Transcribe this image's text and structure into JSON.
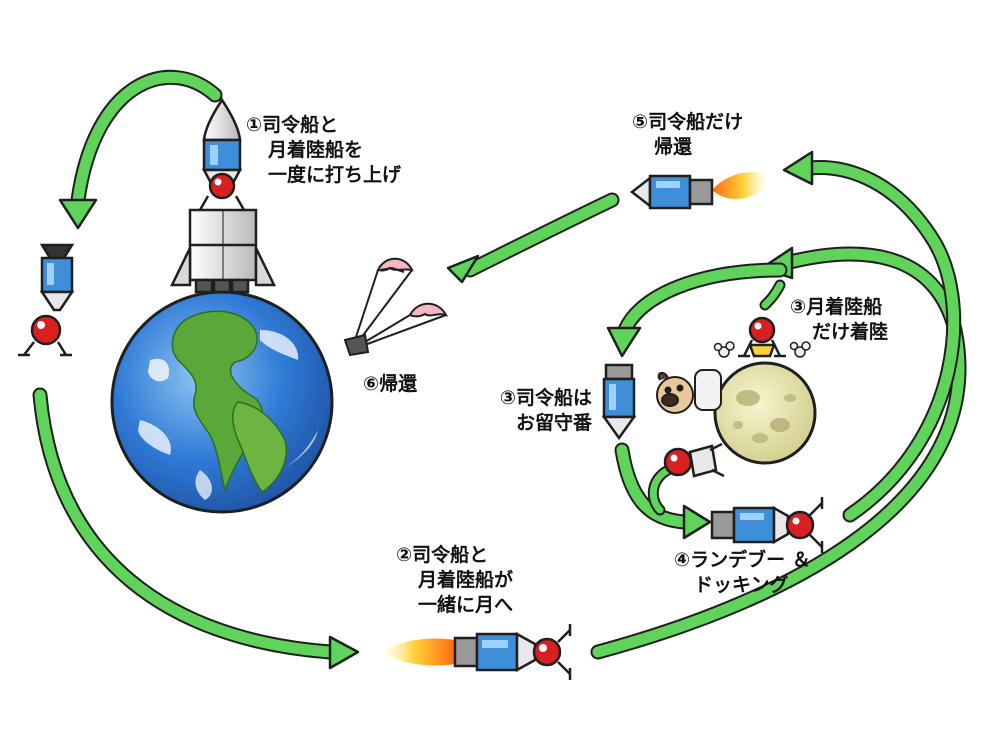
{
  "steps": [
    {
      "id": "step-1",
      "lines": [
        "①司令船と",
        "月着陸船を",
        "一度に打ち上げ"
      ]
    },
    {
      "id": "step-2",
      "lines": [
        "②司令船と",
        "月着陸船が",
        "一緒に月へ"
      ]
    },
    {
      "id": "step-3a",
      "lines": [
        "③月着陸船",
        "だけ着陸"
      ]
    },
    {
      "id": "step-3b",
      "lines": [
        "③司令船は",
        "お留守番"
      ]
    },
    {
      "id": "step-4",
      "lines": [
        "④ランデブー ＆",
        "ドッキング"
      ]
    },
    {
      "id": "step-5",
      "lines": [
        "⑤司令船だけ",
        "帰還"
      ]
    },
    {
      "id": "step-6",
      "lines": [
        "⑥帰還"
      ]
    }
  ],
  "colors": {
    "arrow": "#5fd35a",
    "arrow_outline": "#1f1f1f",
    "capsule_blue": "#3f8fd8",
    "lander_red": "#d82020",
    "ocean": "#2f7ad6",
    "land": "#5aa83a",
    "moon": "#e6e3a8",
    "flame": "#ff7a18"
  }
}
